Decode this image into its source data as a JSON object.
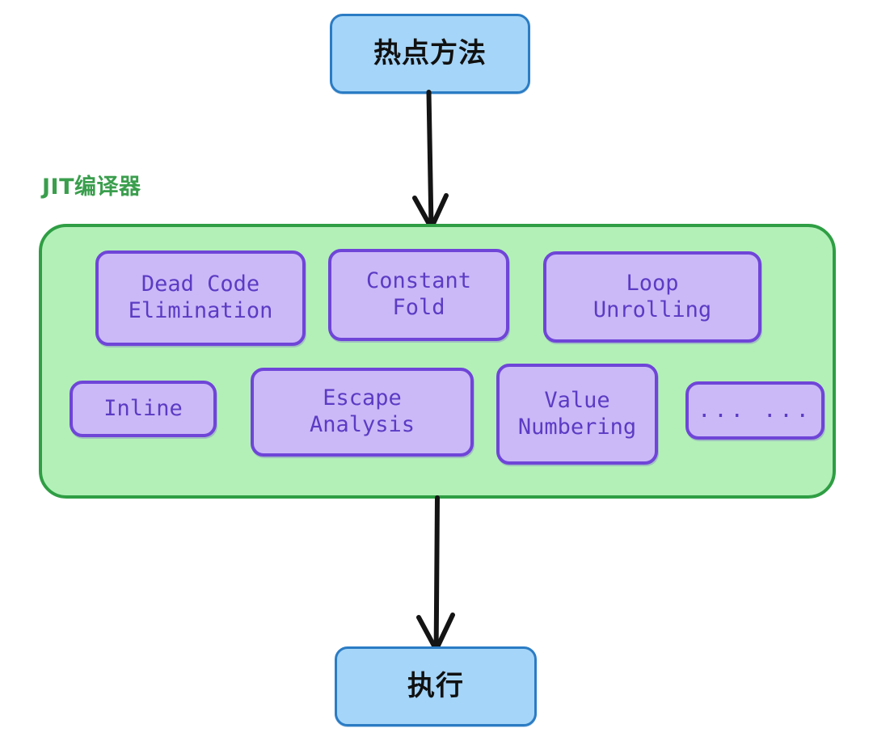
{
  "diagram": {
    "title_node": {
      "label": "热点方法"
    },
    "end_node": {
      "label": "执行"
    },
    "container": {
      "label": "JIT编译器"
    },
    "passes": [
      {
        "label": "Dead Code\nElimination"
      },
      {
        "label": "Constant\nFold"
      },
      {
        "label": "Loop\nUnrolling"
      },
      {
        "label": "Inline"
      },
      {
        "label": "Escape\nAnalysis"
      },
      {
        "label": "Value\nNumbering"
      },
      {
        "label": "... ..."
      }
    ],
    "arrows": [
      {
        "name": "arrow-hot-method-to-jit"
      },
      {
        "name": "arrow-jit-to-execute"
      }
    ],
    "colors": {
      "terminal_fill": "#a5d5f8",
      "terminal_stroke": "#2b7cc4",
      "container_fill": "#b3f0b8",
      "container_stroke": "#2f9e44",
      "container_label": "#3a9e4d",
      "pass_fill": "#cbb9f7",
      "pass_stroke": "#6f45d8",
      "pass_text": "#5b3bc4",
      "arrow_stroke": "#141414",
      "background": "#ffffff"
    }
  }
}
